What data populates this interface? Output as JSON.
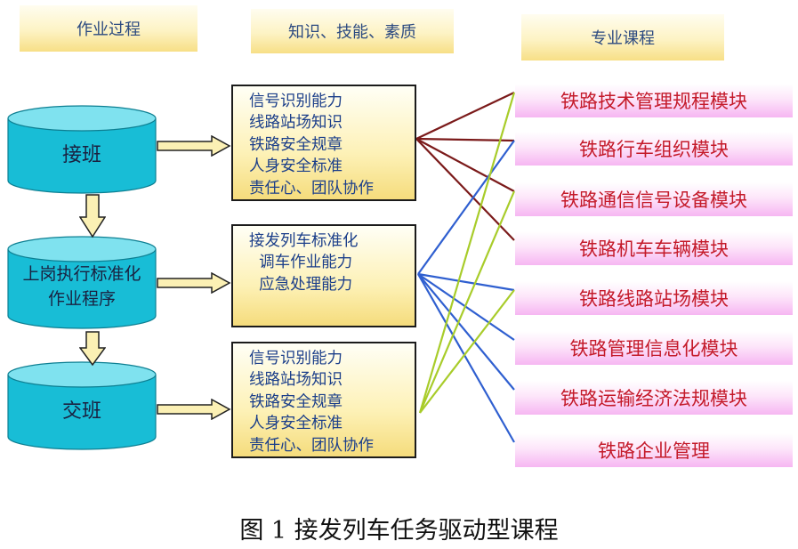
{
  "headers": {
    "process": "作业过程",
    "knowledge": "知识、技能、素质",
    "courses": "专业课程"
  },
  "process_steps": [
    {
      "line1": "接班",
      "line2": ""
    },
    {
      "line1": "上岗执行标准化",
      "line2": "作业程序"
    },
    {
      "line1": "交班",
      "line2": ""
    }
  ],
  "knowledge_boxes": [
    [
      "信号识别能力",
      "线路站场知识",
      "铁路安全规章",
      "人身安全标准",
      "责任心、团队协作"
    ],
    [
      "接发列车标准化",
      "  调车作业能力",
      "  应急处理能力"
    ],
    [
      "信号识别能力",
      "线路站场知识",
      "铁路安全规章",
      "人身安全标准",
      "责任心、团队协作"
    ]
  ],
  "courses": [
    "铁路技术管理规程模块",
    "铁路行车组织模块",
    "铁路通信信号设备模块",
    "铁路机车车辆模块",
    "铁路线路站场模块",
    "铁路管理信息化模块",
    "铁路运输经济法规模块",
    "铁路企业管理"
  ],
  "connections": {
    "box1_color": "#7b1a1a",
    "box2_color": "#2f5fd0",
    "box3_color": "#a8cc2a",
    "box1_targets": [
      0,
      1,
      2,
      3
    ],
    "box2_targets": [
      1,
      4,
      5,
      6,
      7
    ],
    "box3_targets": [
      0,
      2,
      4
    ]
  },
  "colors": {
    "cylinder": "#1bc4dc",
    "course_text": "#c41a2a",
    "box_text": "#1c3f8a",
    "header_text": "#2c4a80"
  },
  "caption": "图 1 接发列车任务驱动型课程"
}
